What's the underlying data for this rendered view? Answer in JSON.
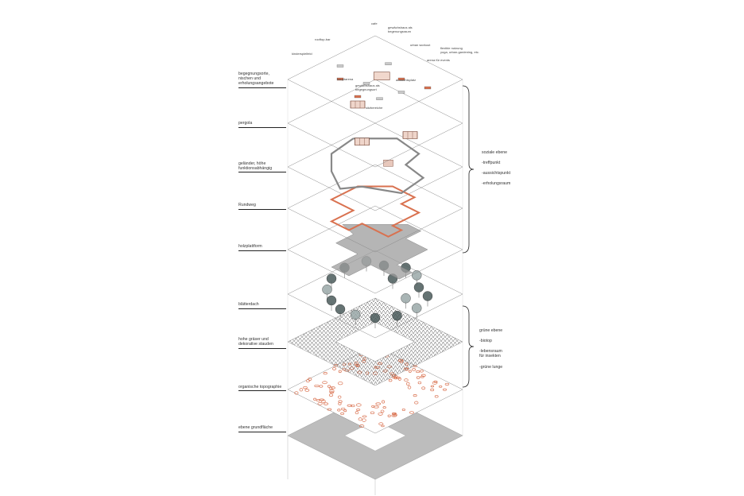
{
  "layers": [
    {
      "id": "begegnungsorte",
      "label": "begegnungsorte,\nnischen und\nerholungsangebote"
    },
    {
      "id": "pergola",
      "label": "pergola"
    },
    {
      "id": "gelaender",
      "label": "geländer, höhe\nfunktionsabhängig"
    },
    {
      "id": "rundweg",
      "label": "Rundweg"
    },
    {
      "id": "holzplattform",
      "label": "holzplattform"
    },
    {
      "id": "blaetterdach",
      "label": "blätterdach"
    },
    {
      "id": "graeser",
      "label": "hohe gräser und\ndekorative stauden"
    },
    {
      "id": "topographie",
      "label": "organische topographie"
    },
    {
      "id": "grundflaeche",
      "label": "ebene grundfläche"
    }
  ],
  "top_annotations": [
    {
      "id": "cafe",
      "text": "cafe"
    },
    {
      "id": "gewaechshaus",
      "text": "gewächshaus als\nbegenungsraum"
    },
    {
      "id": "rooftop-bar",
      "text": "rooftop-bar"
    },
    {
      "id": "urban-workout",
      "text": "urban workout"
    },
    {
      "id": "flexible-nutzung",
      "text": "flexible nutzung\nyoga, urban-gardening, etc."
    },
    {
      "id": "kinderspielfeld",
      "text": "kinderspielfeld"
    },
    {
      "id": "arena-fuer-events",
      "text": "arena für events"
    },
    {
      "id": "hauptarena",
      "text": "hauptarena"
    },
    {
      "id": "aussichtsplatz",
      "text": "aussichtsplatz"
    },
    {
      "id": "gewaechshaus-2",
      "text": "gewächshaus als\nbegegnungsort"
    },
    {
      "id": "sitzbereiche",
      "text": "sitzbereiche"
    }
  ],
  "groups": [
    {
      "id": "soziale",
      "title": "soziale ebene",
      "items": [
        "-treffpunkt",
        "-aussichtspunkt",
        "-erholungsraum"
      ]
    },
    {
      "id": "gruene",
      "title": "grüne ebene",
      "items": [
        "-biotop",
        "-lebensraum\nfür insekten",
        "-grüne lunge"
      ]
    }
  ],
  "colors": {
    "outline": "#8a8a8a",
    "accent": "#d9714f",
    "path_grey": "#9c9c9c",
    "tree_dark": "#4a5a5a",
    "tree_light": "#9aa8a8",
    "base_grey": "#bdbdbd",
    "ink": "#222222"
  }
}
